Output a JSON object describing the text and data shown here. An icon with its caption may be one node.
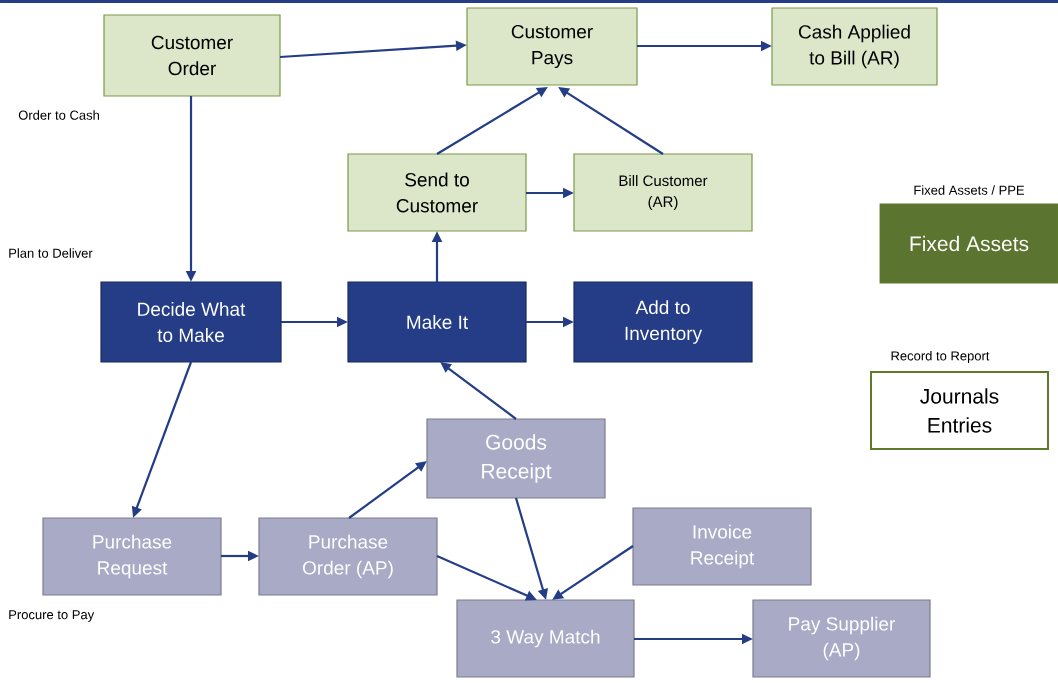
{
  "diagram": {
    "nodes": [
      {
        "text": [
          "Customer Order"
        ]
      },
      {
        "text": [
          "Customer Pays"
        ]
      },
      {
        "text": [
          "Cash Applied to Bill (AR)"
        ]
      },
      {
        "text": [
          "Send to Customer"
        ]
      },
      {
        "text": [
          "Bill Customer (AR)"
        ]
      },
      {
        "text": [
          "Fixed Assets"
        ],
        "beside": [
          "Fixed Assets / PPE"
        ]
      },
      {
        "text": [
          "Decide What to Make"
        ]
      },
      {
        "text": [
          "Make It"
        ]
      },
      {
        "text": [
          "Add to Inventory"
        ]
      },
      {
        "text": [
          "Journals Entries"
        ],
        "beside": [
          "Record to Report"
        ]
      },
      {
        "text": [
          "Goods Receipt"
        ]
      },
      {
        "text": [
          "Purchase Request"
        ]
      },
      {
        "text": [
          "Purchase Order (AP)"
        ]
      },
      {
        "text": [
          "Invoice Receipt"
        ]
      },
      {
        "text": [
          "3 Way Match"
        ]
      },
      {
        "text": [
          "Pay Supplier (AP)"
        ]
      }
    ],
    "edges": [
      {
        "from": 0,
        "to": 1,
        "arrow": "to"
      },
      {
        "from": 1,
        "to": 2,
        "arrow": "to"
      },
      {
        "from": 3,
        "to": 1,
        "arrow": "to"
      },
      {
        "from": 4,
        "to": 1,
        "arrow": "to"
      },
      {
        "from": 3,
        "to": 4,
        "arrow": "to"
      },
      {
        "from": 7,
        "to": 3,
        "arrow": "to"
      },
      {
        "from": 0,
        "to": 6,
        "arrow": "to"
      },
      {
        "from": 6,
        "to": 7,
        "arrow": "to"
      },
      {
        "from": 7,
        "to": 8,
        "arrow": "to"
      },
      {
        "from": 6,
        "to": 11,
        "arrow": "to"
      },
      {
        "from": 11,
        "to": 12,
        "arrow": "to"
      },
      {
        "from": 12,
        "to": 10,
        "arrow": "to"
      },
      {
        "from": 10,
        "to": 7,
        "arrow": "to"
      },
      {
        "from": 10,
        "to": 14,
        "arrow": "to"
      },
      {
        "from": 12,
        "to": 14,
        "arrow": "to"
      },
      {
        "from": 13,
        "to": 14,
        "arrow": "to"
      },
      {
        "from": 14,
        "to": 15,
        "arrow": "to"
      }
    ],
    "labels": [
      "Order to Cash",
      "Plan to Deliver",
      "Procure to Pay"
    ]
  }
}
